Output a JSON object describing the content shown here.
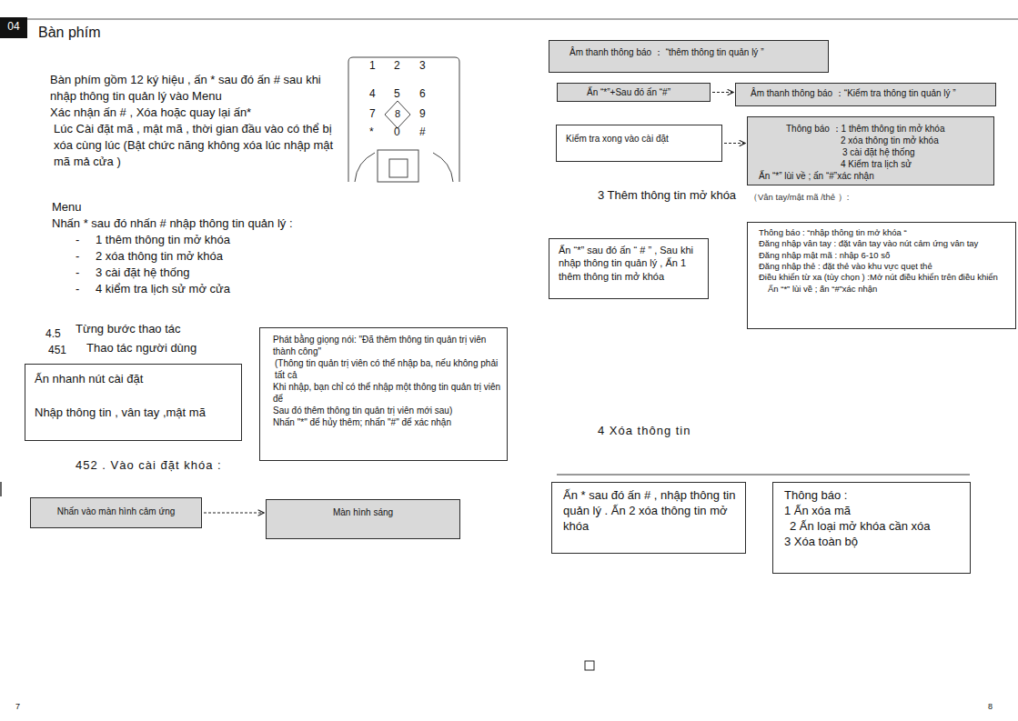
{
  "diagram": {
    "title": "Bàn phím",
    "nodes": [
      {
        "text": [
          "Ấn nhanh nút cài đặt",
          "Nhập thông tin , vân tay ,mật mã"
        ]
      },
      {
        "text": [
          "Phát bằng giọng nói: \"Đã thêm thông tin quản trị viên thành công\"",
          "(Thông tin quản trị viên có thể nhập ba, nếu không phải tất cả",
          "Khi nhập, bạn chỉ có thể nhập một thông tin quản trị viên để",
          "Sau đó thêm thông tin quản trị viên mới sau)",
          "Nhấn \"*\" để hủy thêm; nhấn \"#\" để xác nhận"
        ]
      },
      {
        "text": [
          "Nhấn vào màn hình cảm ứng"
        ]
      },
      {
        "text": [
          "Màn hình sáng"
        ]
      },
      {
        "text": [
          "Âm thanh thông báo ： “thêm thông tin quản lý ”"
        ]
      },
      {
        "text": [
          "Ấn “*”+Sau đó ấn “#”"
        ]
      },
      {
        "text": [
          "Âm thanh thông báo ：“Kiểm tra thông tin quản lý ”"
        ]
      },
      {
        "text": [
          "Kiểm tra xong vào cài đặt"
        ]
      },
      {
        "text": [
          "Thông báo ：1 thêm thông tin mở khóa",
          "2 xóa thông tin mở khóa",
          "3 cài đặt hệ thống",
          "4 Kiểm tra lịch sử",
          "Ấn “*” lùi về ; ấn “#”xác nhận"
        ]
      },
      {
        "text": [
          "Ấn “*” sau đó ấn “ # ” , Sau khi nhập thông tin quản lý , Ấn 1 thêm thông tin mở khóa"
        ]
      },
      {
        "text": [
          "Thông báo : “nhập thông tin mở khóa “",
          "Đăng nhập vân tay : đặt vân tay vào nút cảm ứng vân tay",
          "Đăng nhập mật mã : nhập 6-10 số",
          "Đăng nhập thẻ : đặt thẻ vào khu vực quẹt thẻ",
          "Điều khiển từ xa (tùy chọn ) :Mở nút điều khiển trên điều khiển",
          "Ấn “*” lùi về ; ấn “#”xác nhận"
        ]
      },
      {
        "text": [
          "Ấn * sau đó ấn # , nhập thông tin quản lý . Ấn 2 xóa thông tin mở khóa"
        ]
      },
      {
        "text": [
          "Thông báo :",
          "1 Ấn xóa mã",
          "2 Ấn loại mở khóa cần xóa",
          "3 Xóa toàn bộ"
        ]
      }
    ],
    "edges": [
      {
        "from": 2,
        "to": 3,
        "arrow": "to"
      },
      {
        "from": 5,
        "to": 6,
        "arrow": "to"
      },
      {
        "from": 7,
        "to": 8,
        "arrow": "to"
      }
    ],
    "labels": [
      "04",
      "Bàn phím gồm 12 ký hiệu , ấn * sau đó ấn # sau khi nhập thông tin quản lý vào Menu",
      "Xác nhận ấn # , Xóa hoặc quay lại ấn*",
      "Lúc Cài đặt mã , mật mã , thời gian đầu vào có thể bị xóa cùng lúc (Bật chức năng không xóa lúc nhập mật mã mả cửa )",
      "1",
      "2",
      "3",
      "4",
      "5",
      "6",
      "7",
      "8",
      "9",
      "*",
      "0",
      "#",
      "Menu",
      "Nhấn * sau đó nhấn # nhập thông tin quản lý :",
      "-",
      "-",
      "-",
      "-",
      "1 thêm thông tin mở khóa",
      "2 xóa thông tin mở khóa",
      "3 cài đặt hệ thống",
      "4 kiểm tra lịch sử mở cửa",
      "4.5",
      "Từng bước thao tác",
      "451",
      "Thao tác người dùng",
      "452 . Vào cài đặt khóa :",
      "3 Thêm thông tin mở khóa",
      "（Vân tay/mật mã /thẻ ）:",
      "4 Xóa thông tin",
      "7",
      "8"
    ]
  }
}
